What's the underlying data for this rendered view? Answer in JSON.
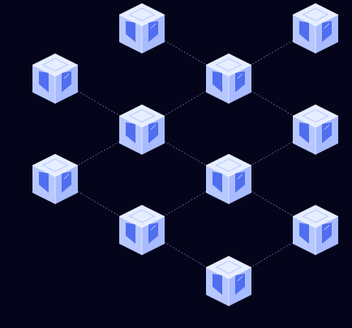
{
  "diagram": {
    "nodes": [
      {
        "id": "n1",
        "icon": "block-cube-icon",
        "col": 1,
        "row": 0
      },
      {
        "id": "n2",
        "icon": "block-cube-icon",
        "col": 3,
        "row": 0
      },
      {
        "id": "n3",
        "icon": "block-cube-icon",
        "col": 0,
        "row": 1
      },
      {
        "id": "n4",
        "icon": "block-cube-icon",
        "col": 2,
        "row": 1
      },
      {
        "id": "n5",
        "icon": "block-cube-icon",
        "col": 1,
        "row": 2
      },
      {
        "id": "n6",
        "icon": "block-cube-icon",
        "col": 3,
        "row": 2
      },
      {
        "id": "n7",
        "icon": "block-cube-icon",
        "col": 0,
        "row": 3
      },
      {
        "id": "n8",
        "icon": "block-cube-icon",
        "col": 2,
        "row": 3
      },
      {
        "id": "n9",
        "icon": "block-cube-icon",
        "col": 1,
        "row": 4
      },
      {
        "id": "n10",
        "icon": "block-cube-icon",
        "col": 3,
        "row": 4
      },
      {
        "id": "n11",
        "icon": "block-cube-icon",
        "col": 2,
        "row": 5
      }
    ],
    "edges": [
      [
        "n1",
        "n4"
      ],
      [
        "n2",
        "n4"
      ],
      [
        "n3",
        "n5"
      ],
      [
        "n4",
        "n5"
      ],
      [
        "n4",
        "n6"
      ],
      [
        "n5",
        "n7"
      ],
      [
        "n5",
        "n8"
      ],
      [
        "n6",
        "n8"
      ],
      [
        "n7",
        "n9"
      ],
      [
        "n8",
        "n9"
      ],
      [
        "n8",
        "n10"
      ],
      [
        "n9",
        "n11"
      ],
      [
        "n10",
        "n11"
      ]
    ],
    "colors": {
      "background": "#04041a",
      "edge": "#8a8fc8",
      "cube_top": "#e6eeff",
      "cube_left": "#b8c8ff",
      "cube_right": "#a9bbff",
      "cube_outline": "#ffffff",
      "panel_fill": "#4f6ef0",
      "panel_line": "#c9d5ff"
    }
  }
}
